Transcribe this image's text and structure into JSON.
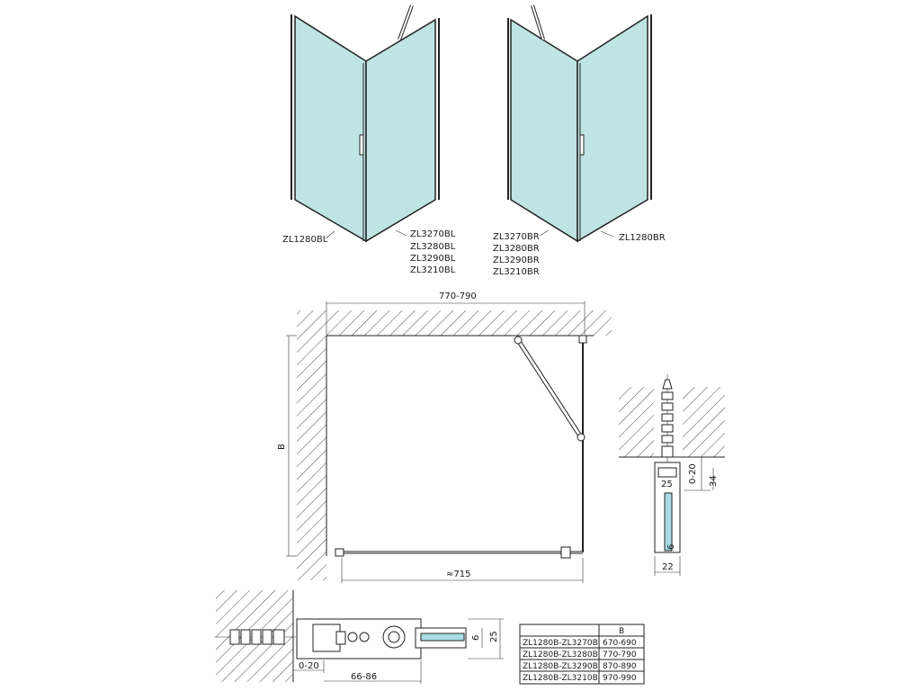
{
  "top_left_view": {
    "label_left": "ZL1280BL",
    "labels_right": [
      "ZL3270BL",
      "ZL3280BL",
      "ZL3290BL",
      "ZL3210BL"
    ]
  },
  "top_right_view": {
    "labels_left": [
      "ZL3270BR",
      "ZL3280BR",
      "ZL3290BR",
      "ZL3210BR"
    ],
    "label_right": "ZL1280BR"
  },
  "plan_view": {
    "dim_top": "770-790",
    "dim_left": "B",
    "dim_bottom": "≈715"
  },
  "detail_right": {
    "dim_gap": "0-20",
    "dim_height": "34",
    "dim_glass": "6",
    "dim_width": "22",
    "marker": "25"
  },
  "detail_bottom": {
    "dim_gap": "0-20",
    "dim_range": "66-86",
    "dim_glass": "6",
    "dim_height": "25"
  },
  "table": {
    "header": [
      "",
      "B"
    ],
    "rows": [
      [
        "ZL1280B-ZL3270B",
        "670-690"
      ],
      [
        "ZL1280B-ZL3280B",
        "770-790"
      ],
      [
        "ZL1280B-ZL3290B",
        "870-890"
      ],
      [
        "ZL1280B-ZL3210B",
        "970-990"
      ]
    ]
  },
  "colors": {
    "glass": "#bfe4e4",
    "glass_dark": "#a8d8d8",
    "frame": "#222222",
    "detail_glass": "#a9dce6"
  }
}
